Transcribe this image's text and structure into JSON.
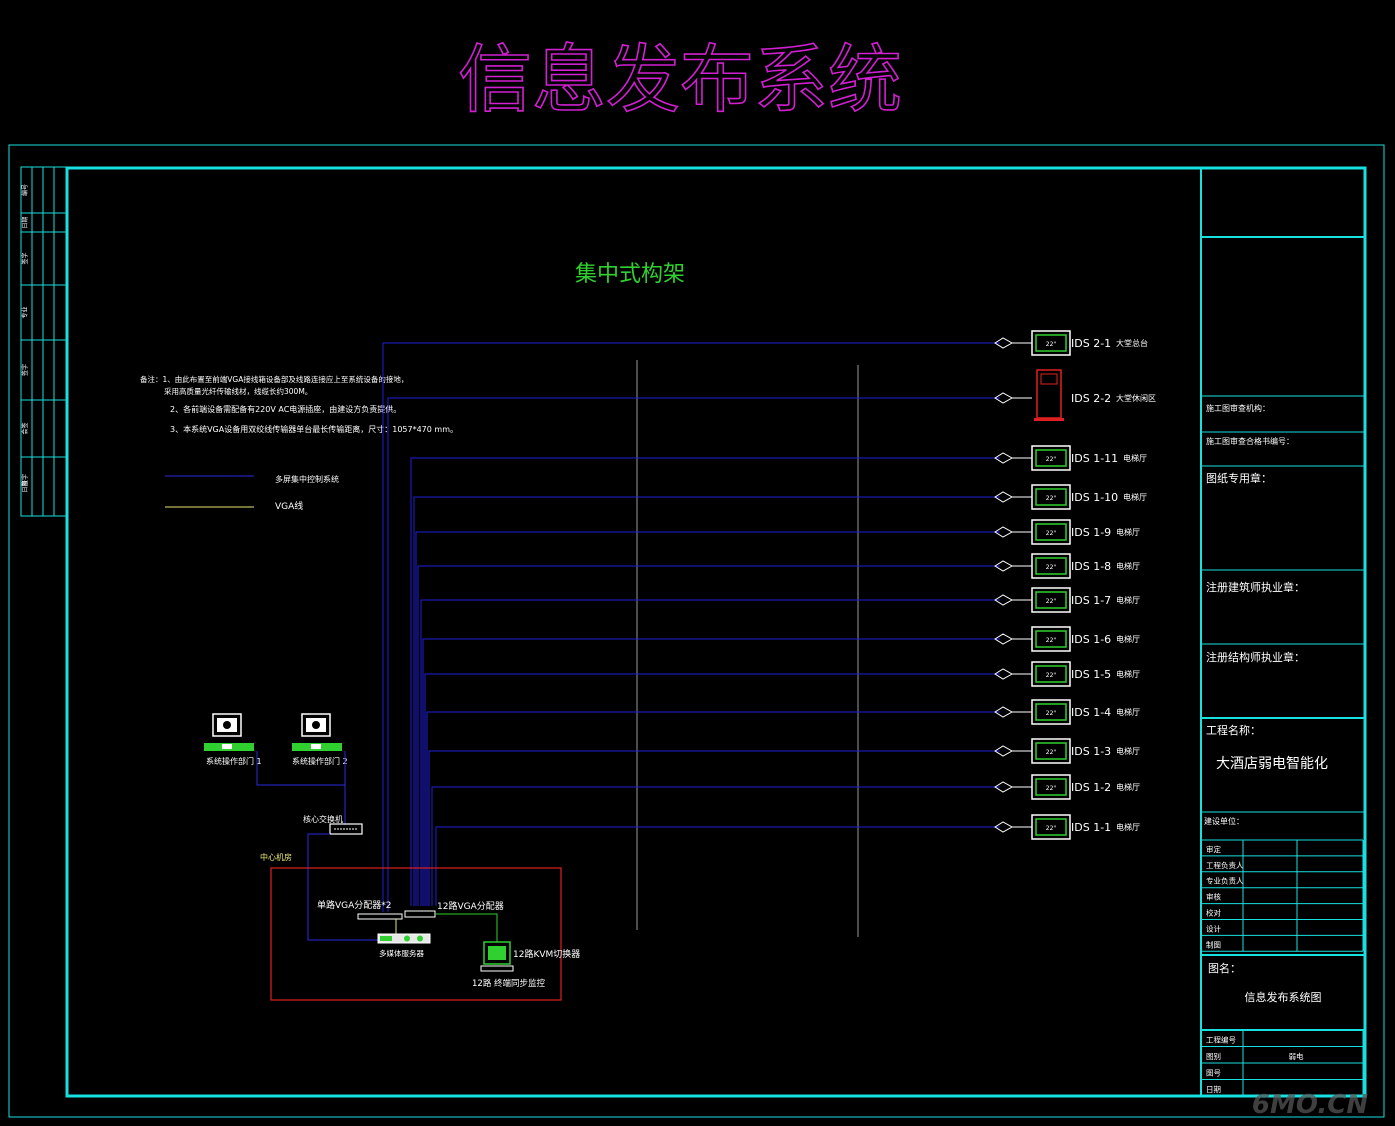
{
  "title": "信息发布系统",
  "rack_title": "集中式构架",
  "notes": [
    "备注：1、由此布置至前端VGA接线箱设备部及线路连接应上至系统设备的接地，",
    "采用高质量光纤传输线材，线缆长约300M。",
    "2、各前端设备需配备有220V AC电源插座，由建设方负责提供。",
    "3、本系统VGA设备用双绞线传输器单台最长传输距离，尺寸：1057*470   mm。"
  ],
  "legend": [
    {
      "label": "多屏集中控制系统",
      "color": "#2a2ae0"
    },
    {
      "label": "VGA线",
      "color": "#e8e870"
    }
  ],
  "displays": [
    {
      "id": "IDS 2-1",
      "loc": "大堂总台",
      "kind": "screen"
    },
    {
      "id": "IDS 2-2",
      "loc": "大堂休闲区",
      "kind": "kiosk"
    },
    {
      "id": "IDS 1-11",
      "loc": "电梯厅",
      "kind": "screen"
    },
    {
      "id": "IDS 1-10",
      "loc": "电梯厅",
      "kind": "screen"
    },
    {
      "id": "IDS 1-9",
      "loc": "电梯厅",
      "kind": "screen"
    },
    {
      "id": "IDS 1-8",
      "loc": "电梯厅",
      "kind": "screen"
    },
    {
      "id": "IDS 1-7",
      "loc": "电梯厅",
      "kind": "screen"
    },
    {
      "id": "IDS 1-6",
      "loc": "电梯厅",
      "kind": "screen"
    },
    {
      "id": "IDS 1-5",
      "loc": "电梯厅",
      "kind": "screen"
    },
    {
      "id": "IDS 1-4",
      "loc": "电梯厅",
      "kind": "screen"
    },
    {
      "id": "IDS 1-3",
      "loc": "电梯厅",
      "kind": "screen"
    },
    {
      "id": "IDS 1-2",
      "loc": "电梯厅",
      "kind": "screen"
    },
    {
      "id": "IDS 1-1",
      "loc": "电梯厅",
      "kind": "screen"
    }
  ],
  "screen_size": "22\"",
  "workstations": [
    "系统操作部门 1",
    "系统操作部门 2"
  ],
  "core_switch": "核心交换机",
  "machine_room": "中心机房",
  "vga_splitter": "单路VGA分配器*2",
  "vga_distributor": "12路VGA分配器",
  "media_server": "多媒体服务器",
  "kvm": "12路KVM切换器",
  "kvm_sub": "12路 终端同步监控",
  "left_strip": [
    "编号",
    "日期",
    "签字",
    "专业",
    "签字",
    "会签",
    "日期",
    "签字"
  ],
  "title_block": {
    "approval_unit": "施工图审查机构：",
    "approval_no": "施工图审查合格书编号：",
    "seal": "图纸专用章：",
    "architect": "注册建筑师执业章：",
    "structural": "注册结构师执业章：",
    "project_label": "工程名称：",
    "project_name": "大酒店弱电智能化",
    "owner_confirm": "建设单位：",
    "signoff": [
      "审定",
      "工程负责人",
      "专业负责人",
      "审核",
      "校对",
      "设计",
      "制图"
    ],
    "drawing_label": "图名：",
    "drawing_name": "信息发布系统图",
    "bottom_rows": [
      "工程编号",
      "图别",
      "图号",
      "日期"
    ],
    "bottom_value": "弱电"
  },
  "watermark": "6MO.CN",
  "colors": {
    "frame": "#18e0e0",
    "title": "#d020d0",
    "blue": "#2020d8",
    "green": "#30d030",
    "red": "#e02020",
    "white": "#ffffff",
    "yellow": "#e8e870"
  }
}
